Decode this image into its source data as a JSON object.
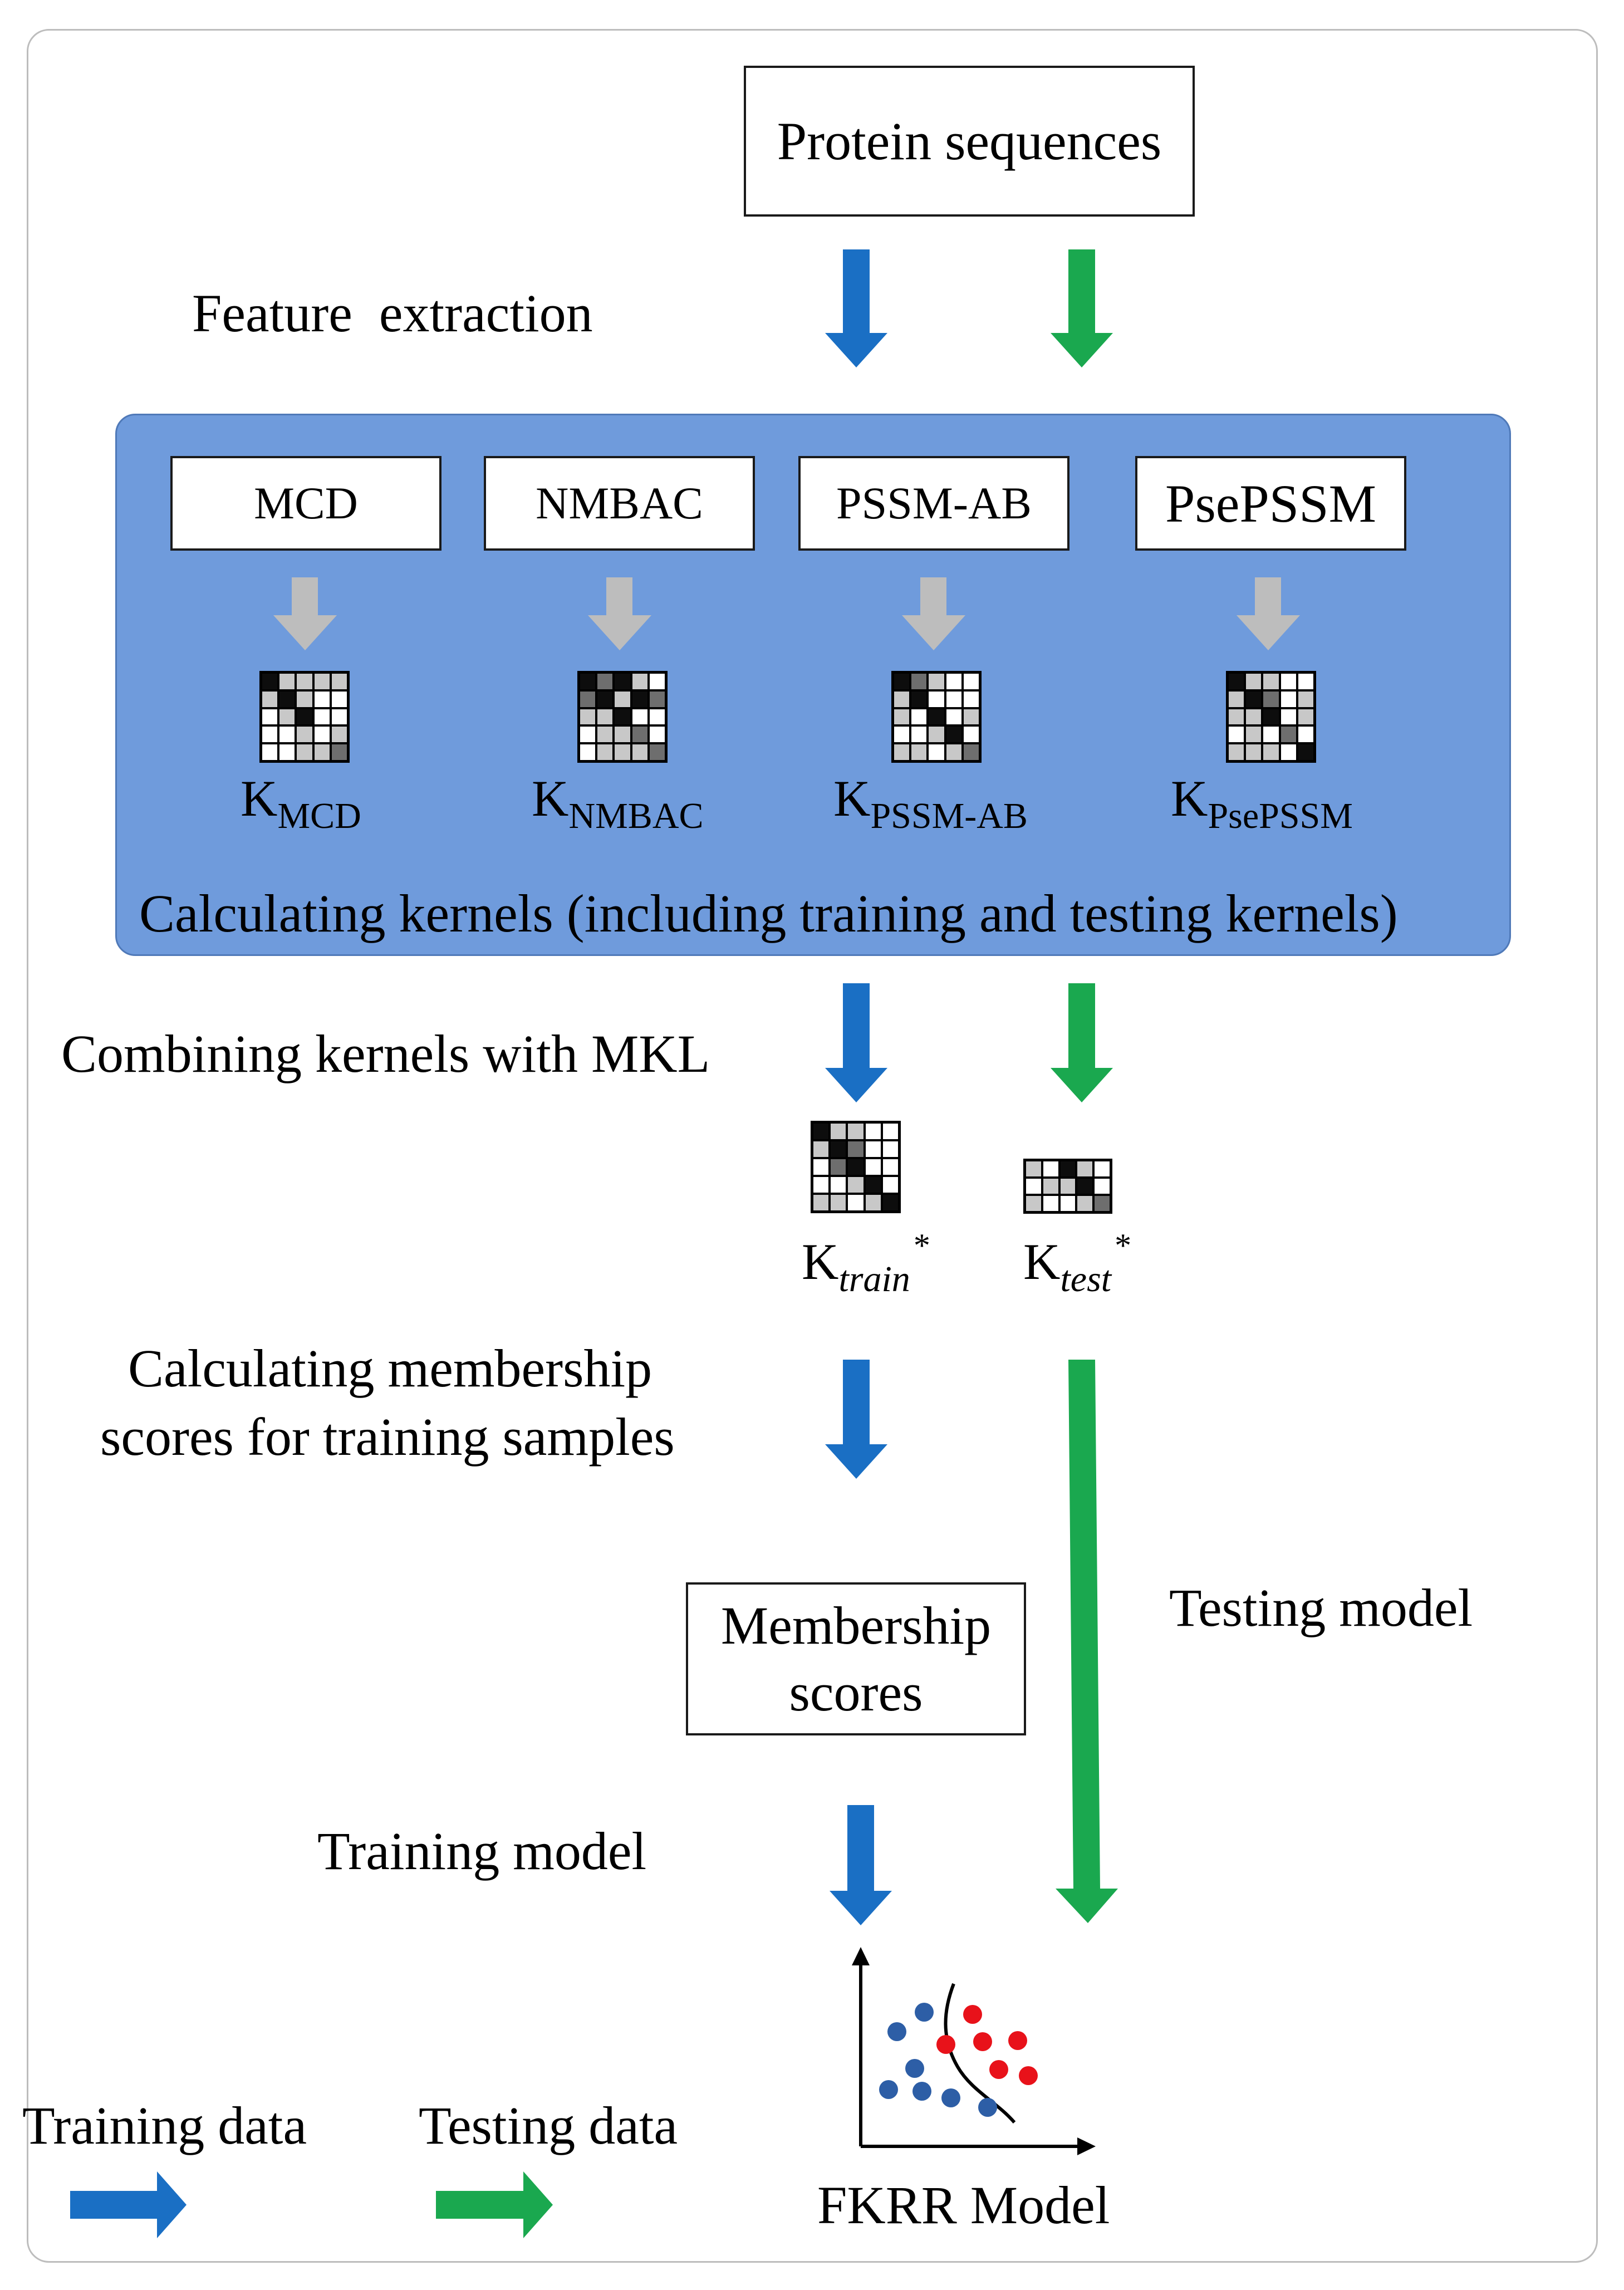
{
  "colors": {
    "training_arrow": "#1a6fc4",
    "testing_arrow": "#1aa84f",
    "gray_arrow": "#bdbdbd",
    "panel": "#6f9bdc",
    "red_point": "#e8121a",
    "blue_point": "#2d5ea6"
  },
  "nodes": {
    "protein_sequences": "Protein sequences",
    "features": [
      "MCD",
      "NMBAC",
      "PSSM-AB",
      "PsePSSM"
    ],
    "membership_scores_line1": "Membership",
    "membership_scores_line2": "scores",
    "fkrr_model": "FKRR Model"
  },
  "kernels": [
    {
      "base": "K",
      "sub": "MCD"
    },
    {
      "base": "K",
      "sub": "NMBAC"
    },
    {
      "base": "K",
      "sub": "PSSM-AB"
    },
    {
      "base": "K",
      "sub": "PsePSSM"
    }
  ],
  "combined_kernels": {
    "train": {
      "base": "K",
      "sub": "train",
      "sup": "*"
    },
    "test": {
      "base": "K",
      "sub": "test",
      "sup": "*"
    }
  },
  "steps": {
    "feature_extraction": "Feature  extraction",
    "calculating_kernels": "Calculating kernels (including training and testing kernels)",
    "combining_kernels": "Combining kernels with MKL",
    "membership_line1": "Calculating membership",
    "membership_line2": "scores for training samples",
    "testing_model": "Testing model",
    "training_model": "Training model"
  },
  "legend": {
    "training": "Training data",
    "testing": "Testing data"
  },
  "matrix_patterns": {
    "kmcd": [
      [
        3,
        1,
        1,
        1,
        1
      ],
      [
        1,
        3,
        1,
        0,
        0
      ],
      [
        0,
        1,
        3,
        0,
        0
      ],
      [
        0,
        0,
        1,
        0,
        1
      ],
      [
        0,
        0,
        1,
        1,
        2
      ]
    ],
    "knmbac": [
      [
        3,
        2,
        3,
        1,
        0
      ],
      [
        2,
        3,
        1,
        3,
        2
      ],
      [
        1,
        1,
        3,
        0,
        0
      ],
      [
        0,
        1,
        1,
        2,
        0
      ],
      [
        0,
        1,
        1,
        1,
        2
      ]
    ],
    "kpssmab": [
      [
        3,
        2,
        1,
        0,
        0
      ],
      [
        1,
        3,
        0,
        0,
        0
      ],
      [
        1,
        0,
        3,
        0,
        1
      ],
      [
        0,
        0,
        1,
        3,
        0
      ],
      [
        1,
        1,
        0,
        1,
        2
      ]
    ],
    "kpsepssm": [
      [
        3,
        1,
        1,
        0,
        0
      ],
      [
        1,
        3,
        2,
        0,
        1
      ],
      [
        1,
        1,
        3,
        0,
        1
      ],
      [
        0,
        1,
        0,
        2,
        0
      ],
      [
        1,
        1,
        1,
        0,
        3
      ]
    ],
    "ktrain": [
      [
        3,
        1,
        1,
        0,
        0
      ],
      [
        1,
        3,
        2,
        0,
        0
      ],
      [
        0,
        2,
        3,
        0,
        0
      ],
      [
        0,
        0,
        1,
        3,
        0
      ],
      [
        1,
        1,
        0,
        1,
        3
      ]
    ],
    "ktest": [
      [
        1,
        0,
        3,
        1,
        0
      ],
      [
        0,
        1,
        1,
        3,
        0
      ],
      [
        1,
        0,
        0,
        1,
        2
      ]
    ]
  }
}
